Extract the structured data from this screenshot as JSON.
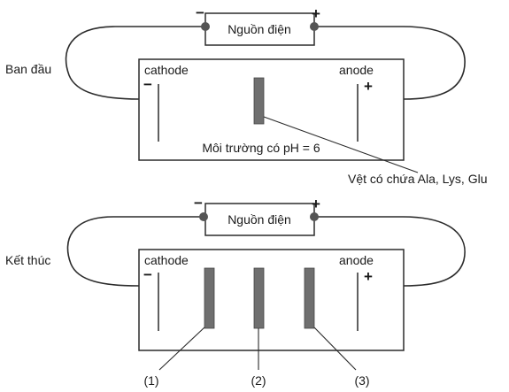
{
  "top": {
    "stage_label": "Ban đầu",
    "power_label": "Nguồn điện",
    "minus_sign": "−",
    "plus_sign": "+",
    "cathode_label": "cathode",
    "anode_label": "anode",
    "cathode_sign": "−",
    "anode_sign": "+",
    "medium_label": "Môi trường có pH = 6",
    "spot_label": "Vệt có chứa Ala, Lys, Glu"
  },
  "bottom": {
    "stage_label": "Kết thúc",
    "power_label": "Nguồn điện",
    "minus_sign": "−",
    "plus_sign": "+",
    "cathode_label": "cathode",
    "anode_label": "anode",
    "cathode_sign": "−",
    "anode_sign": "+",
    "band_labels": [
      "(1)",
      "(2)",
      "(3)"
    ]
  },
  "colors": {
    "line": "#2b2b2b",
    "band": "#6f6f6f",
    "terminal": "#555555"
  }
}
